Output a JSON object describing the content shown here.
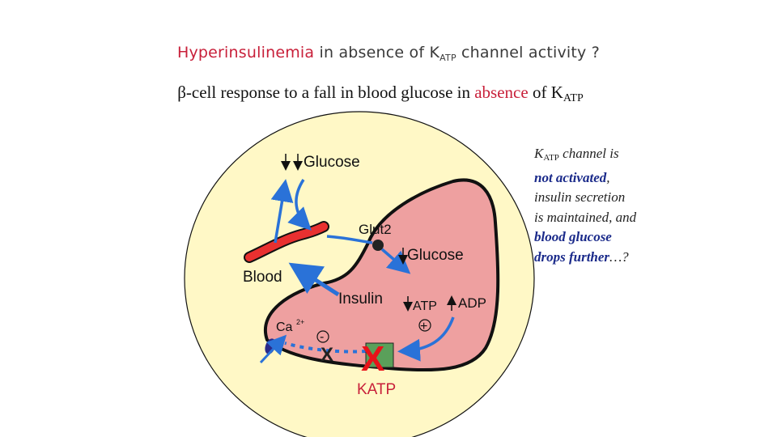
{
  "title": {
    "part1": "Hyperinsulinemia",
    "part2": " in absence of K",
    "sub": "ATP",
    "part3": " channel activity ?"
  },
  "subtitle": {
    "part1": "β-cell response to a fall in blood glucose in ",
    "part2": "absence",
    "part3": " of K",
    "sub": "ATP"
  },
  "note": {
    "k": "K",
    "k_sub": "ATP",
    "l1": " channel is",
    "l2": "not activated",
    "l2b": ",",
    "l3": "insulin secretion",
    "l4": "is maintained, and",
    "l5": "blood glucose",
    "l6": "drops further",
    "l6b": "…?"
  },
  "diagram": {
    "glucose_outside": "Glucose",
    "glut2": "Glut2",
    "glucose_inside": "Glucose",
    "blood": "Blood",
    "insulin": "Insulin",
    "atp": "ATP",
    "adp": "ADP",
    "plus": "+",
    "ca": "Ca",
    "ca_sup": "2+",
    "minus": "-",
    "katp": "KATP",
    "x_small": "X",
    "x_big": "X"
  },
  "colors": {
    "cell_fill": "#fff8c6",
    "beta_cell": "#eea0a0",
    "vessel": "#e83030",
    "arrow_blue": "#2a72d8",
    "katp_green": "#5aa05a",
    "x_red": "#e8121a"
  }
}
